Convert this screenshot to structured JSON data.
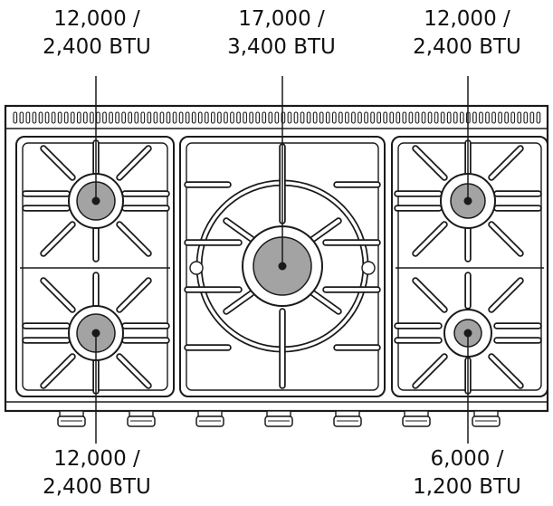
{
  "burners": {
    "rear_left": {
      "line1": "12,000 /",
      "line2": "2,400 BTU"
    },
    "center": {
      "line1": "17,000 /",
      "line2": "3,400 BTU"
    },
    "rear_right": {
      "line1": "12,000 /",
      "line2": "2,400 BTU"
    },
    "front_left": {
      "line1": "12,000 /",
      "line2": "2,400 BTU"
    },
    "front_right": {
      "line1": "6,000 /",
      "line2": "1,200 BTU"
    }
  },
  "colors": {
    "outline": "#1a1a1a",
    "burner_cap": "#a3a3a3",
    "background": "#ffffff"
  }
}
